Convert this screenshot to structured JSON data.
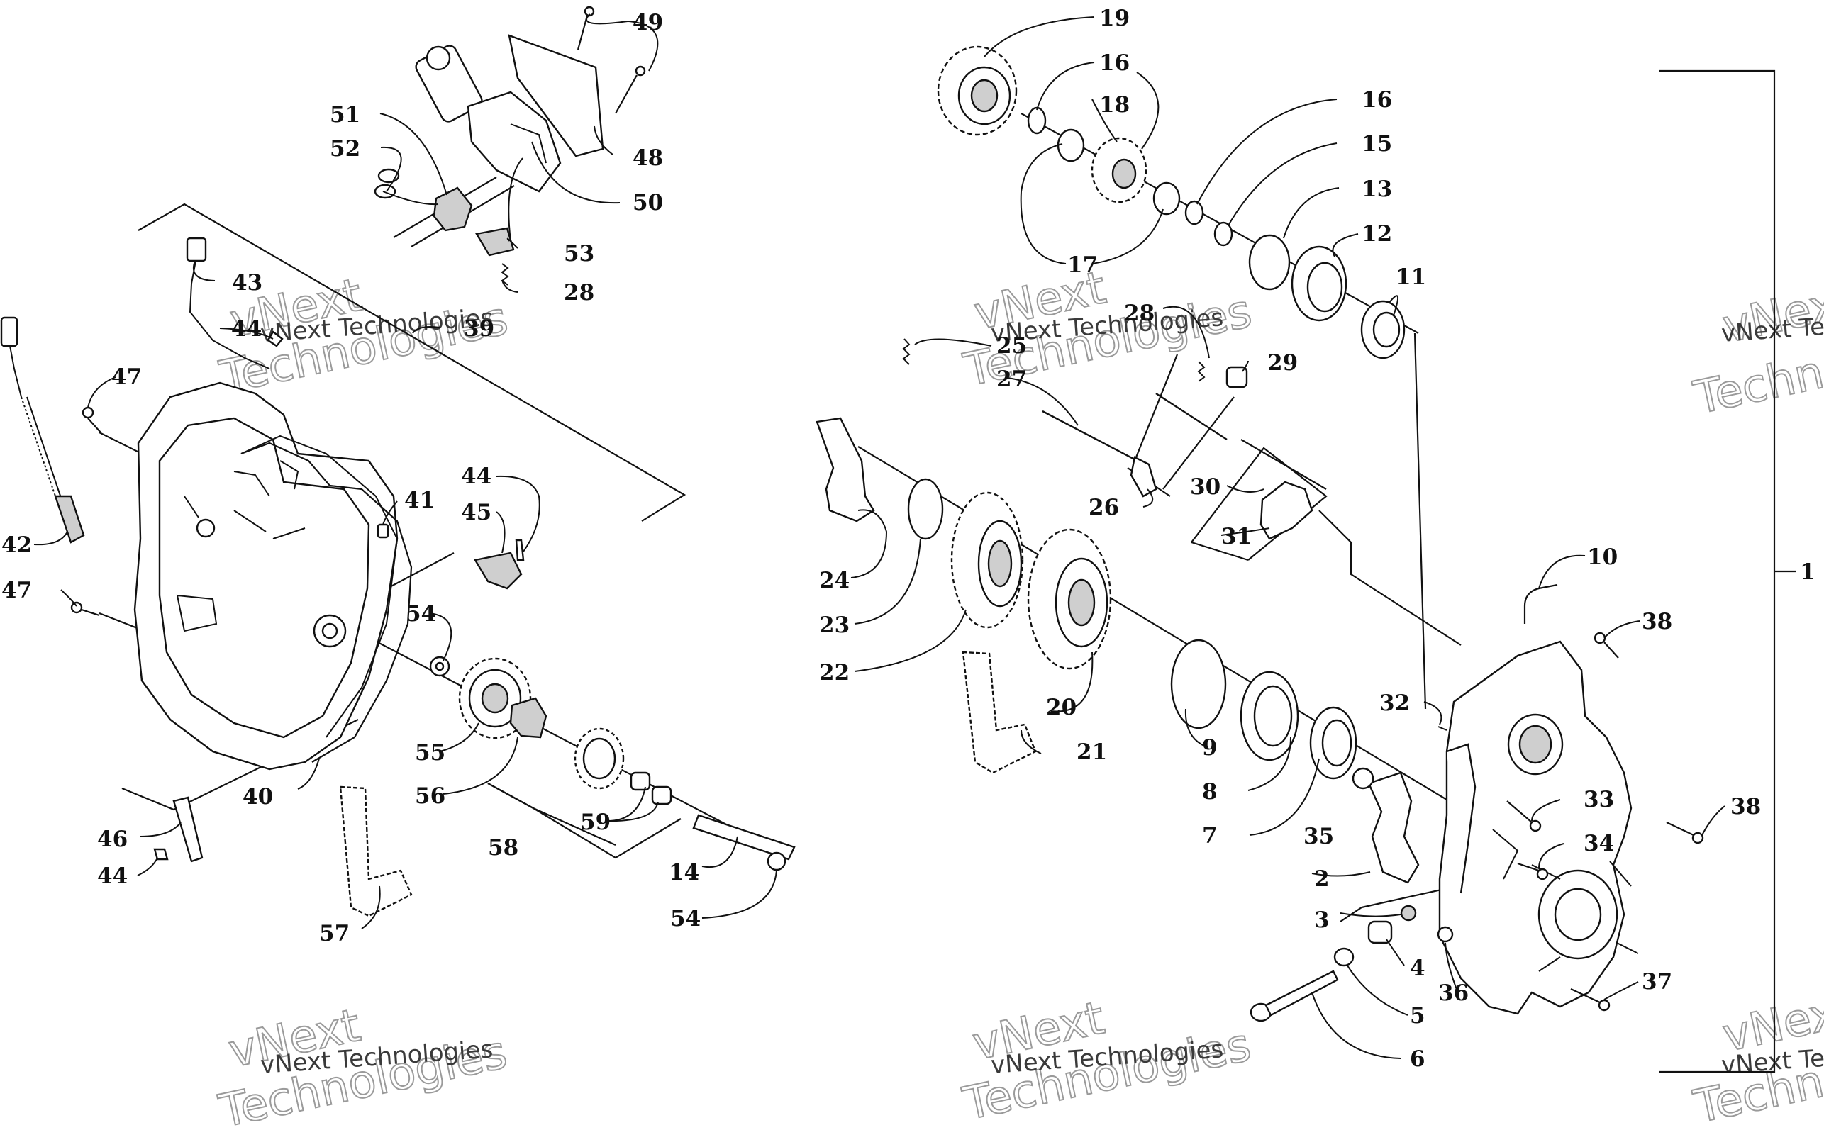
{
  "watermark": {
    "line1": "vNext",
    "line2": "Technologies",
    "caption": "vNext Technologies"
  },
  "callouts": {
    "c1": "1",
    "c2": "2",
    "c3": "3",
    "c4": "4",
    "c5": "5",
    "c6": "6",
    "c7": "7",
    "c8": "8",
    "c9": "9",
    "c10": "10",
    "c11": "11",
    "c12": "12",
    "c13": "13",
    "c14": "14",
    "c15": "15",
    "c16a": "16",
    "c16b": "16",
    "c17": "17",
    "c18": "18",
    "c19": "19",
    "c20": "20",
    "c21": "21",
    "c22": "22",
    "c23": "23",
    "c24": "24",
    "c25": "25",
    "c26": "26",
    "c27": "27",
    "c28a": "28",
    "c28b": "28",
    "c29": "29",
    "c30": "30",
    "c31": "31",
    "c32": "32",
    "c33": "33",
    "c34": "34",
    "c35": "35",
    "c36": "36",
    "c37": "37",
    "c38a": "38",
    "c38b": "38",
    "c39": "39",
    "c40": "40",
    "c41": "41",
    "c42": "42",
    "c43": "43",
    "c44a": "44",
    "c44b": "44",
    "c44c": "44",
    "c45": "45",
    "c46": "46",
    "c47a": "47",
    "c47b": "47",
    "c48": "48",
    "c49": "49",
    "c50": "50",
    "c51": "51",
    "c52": "52",
    "c53": "53",
    "c54a": "54",
    "c54b": "54",
    "c55": "55",
    "c56": "56",
    "c57": "57",
    "c58": "58",
    "c59": "59"
  }
}
